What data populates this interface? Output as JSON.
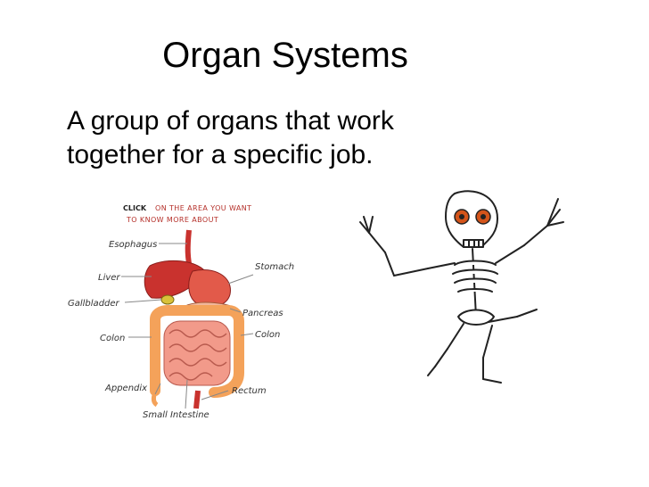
{
  "slide": {
    "title": "Organ Systems",
    "body_line1": "A group of organs that work",
    "body_line2": "together for a specific job."
  },
  "diagram": {
    "instruction_click": "CLICK",
    "instruction_rest_1": "ON THE AREA YOU WANT",
    "instruction_rest_2": "TO KNOW MORE ABOUT",
    "labels": {
      "esophagus": "Esophagus",
      "liver": "Liver",
      "gallbladder": "Gallbladder",
      "colon_left": "Colon",
      "appendix": "Appendix",
      "small_intestine": "Small Intestine",
      "stomach": "Stomach",
      "pancreas": "Pancreas",
      "colon_right": "Colon",
      "rectum": "Rectum"
    }
  },
  "colors": {
    "organ_red": "#d9433a",
    "intestine_pink": "#f29a8a",
    "colon_orange": "#f4a25a",
    "skeleton_eye": "#d4541a"
  }
}
